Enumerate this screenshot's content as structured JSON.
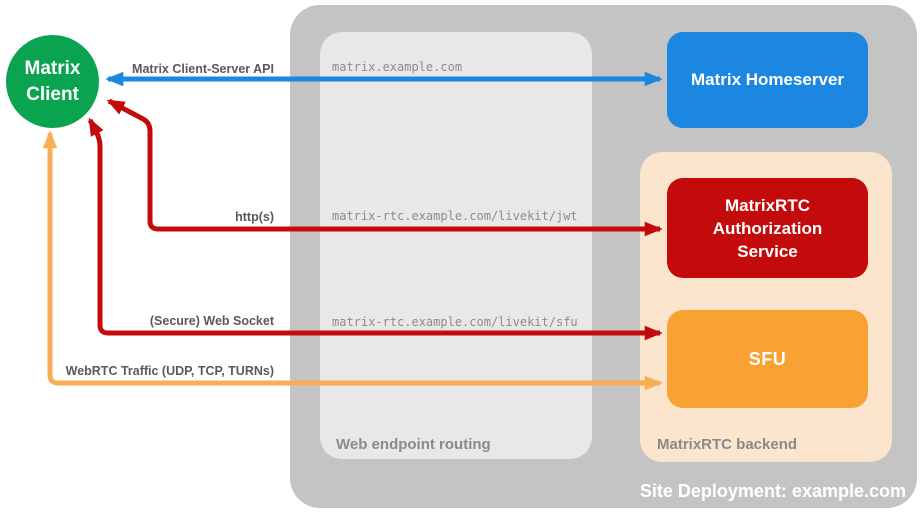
{
  "site": {
    "label": "Site Deployment: example.com"
  },
  "client": {
    "line1": "Matrix",
    "line2": "Client"
  },
  "homeserver": {
    "label": "Matrix Homeserver"
  },
  "routing": {
    "label": "Web endpoint routing"
  },
  "backend": {
    "label": "MatrixRTC backend",
    "auth_service_label": "MatrixRTC Authorization Service",
    "sfu_label": "SFU"
  },
  "connections": [
    {
      "label": "Matrix Client-Server API",
      "color": "#1b87e0",
      "route": "matrix.example.com",
      "from": "Matrix Client",
      "to": "Matrix Homeserver",
      "bidirectional": true
    },
    {
      "label": "http(s)",
      "color": "#c40b0b",
      "route": "matrix-rtc.example.com/livekit/jwt",
      "from": "Matrix Client",
      "to": "MatrixRTC Authorization Service",
      "bidirectional": true
    },
    {
      "label": "(Secure) Web Socket",
      "color": "#c40b0b",
      "route": "matrix-rtc.example.com/livekit/sfu",
      "from": "Matrix Client",
      "to": "SFU",
      "bidirectional": true
    },
    {
      "label": "WebRTC Traffic (UDP, TCP, TURNs)",
      "color": "#f9ad55",
      "route": "",
      "from": "Matrix Client",
      "to": "SFU",
      "bidirectional": true
    }
  ],
  "colors": {
    "client_green": "#0aa350",
    "homeserver_blue": "#1b87e0",
    "auth_service_red": "#c40b0b",
    "sfu_orange": "#f7a233",
    "backend_peach": "#fce5cd",
    "site_gray": "#c4c4c4",
    "routing_gray": "#e8e8e8",
    "webrtc_arrow_orange": "#f9ad55"
  }
}
